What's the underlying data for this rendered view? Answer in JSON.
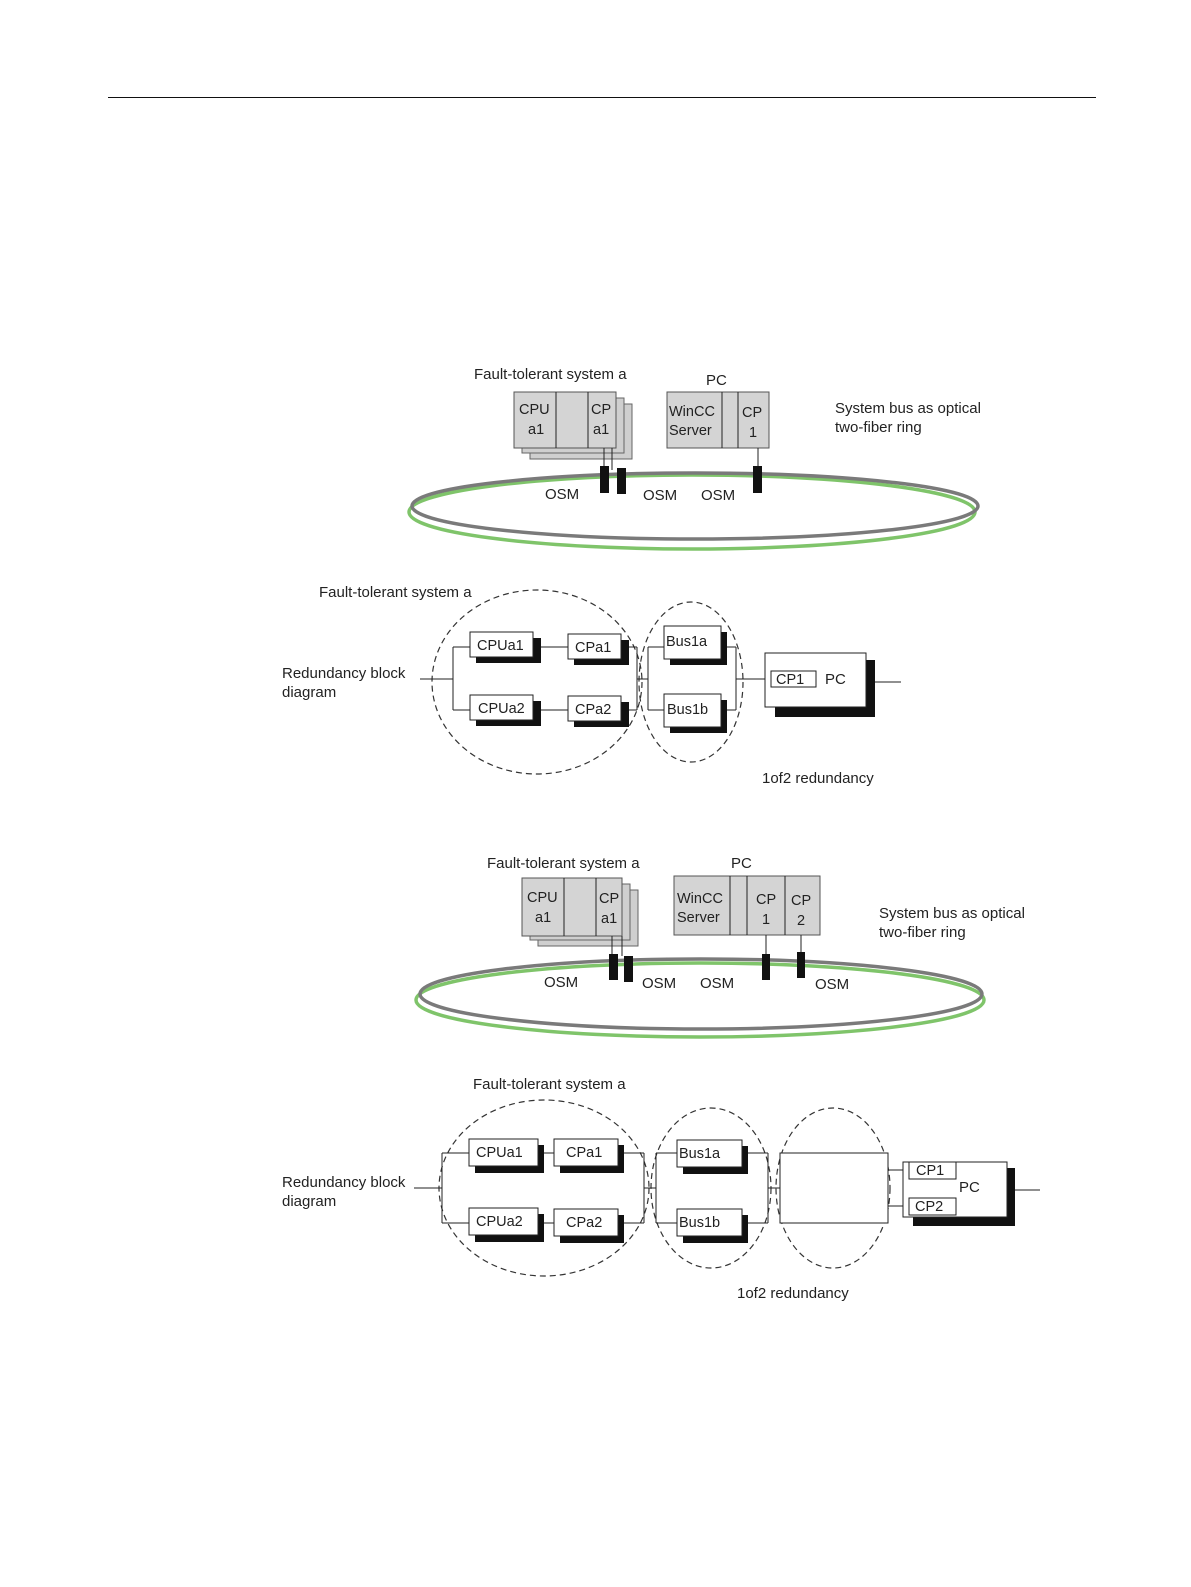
{
  "figure1": {
    "system_label": "Fault-tolerant system a",
    "pc_label": "PC",
    "cpu_box": [
      "CPU",
      "a1"
    ],
    "cp_box": [
      "CP",
      "a1"
    ],
    "wincc_box": [
      "WinCC",
      "Server"
    ],
    "cp1_box": [
      "CP",
      "1"
    ],
    "bus_note": [
      "System bus as optical",
      "two-fiber ring"
    ],
    "osm_labels": [
      "OSM",
      "OSM",
      "OSM"
    ],
    "ring_colors": {
      "outer": "#7a7a7a",
      "inner": "#7fc46a"
    }
  },
  "figure2": {
    "system_label": "Fault-tolerant system a",
    "rbd_label": [
      "Redundancy block",
      "diagram"
    ],
    "blocks": {
      "cpua1": "CPUa1",
      "cpa1": "CPa1",
      "cpua2": "CPUa2",
      "cpa2": "CPa2",
      "bus1a": "Bus1a",
      "bus1b": "Bus1b",
      "cp1": "CP1",
      "pc": "PC"
    },
    "redundancy_note": "1of2 redundancy"
  },
  "figure3": {
    "system_label": "Fault-tolerant system a",
    "pc_label": "PC",
    "cpu_box": [
      "CPU",
      "a1"
    ],
    "cp_box": [
      "CP",
      "a1"
    ],
    "wincc_box": [
      "WinCC",
      "Server"
    ],
    "cp1_box": [
      "CP",
      "1"
    ],
    "cp2_box": [
      "CP",
      "2"
    ],
    "bus_note": [
      "System bus as optical",
      "two-fiber ring"
    ],
    "osm_labels": [
      "OSM",
      "OSM",
      "OSM",
      "OSM"
    ]
  },
  "figure4": {
    "system_label": "Fault-tolerant system a",
    "rbd_label": [
      "Redundancy block",
      "diagram"
    ],
    "blocks": {
      "cpua1": "CPUa1",
      "cpa1": "CPa1",
      "cpua2": "CPUa2",
      "cpa2": "CPa2",
      "bus1a": "Bus1a",
      "bus1b": "Bus1b",
      "cp1": "CP1",
      "cp2": "CP2",
      "pc": "PC"
    },
    "redundancy_note": "1of2 redundancy"
  }
}
